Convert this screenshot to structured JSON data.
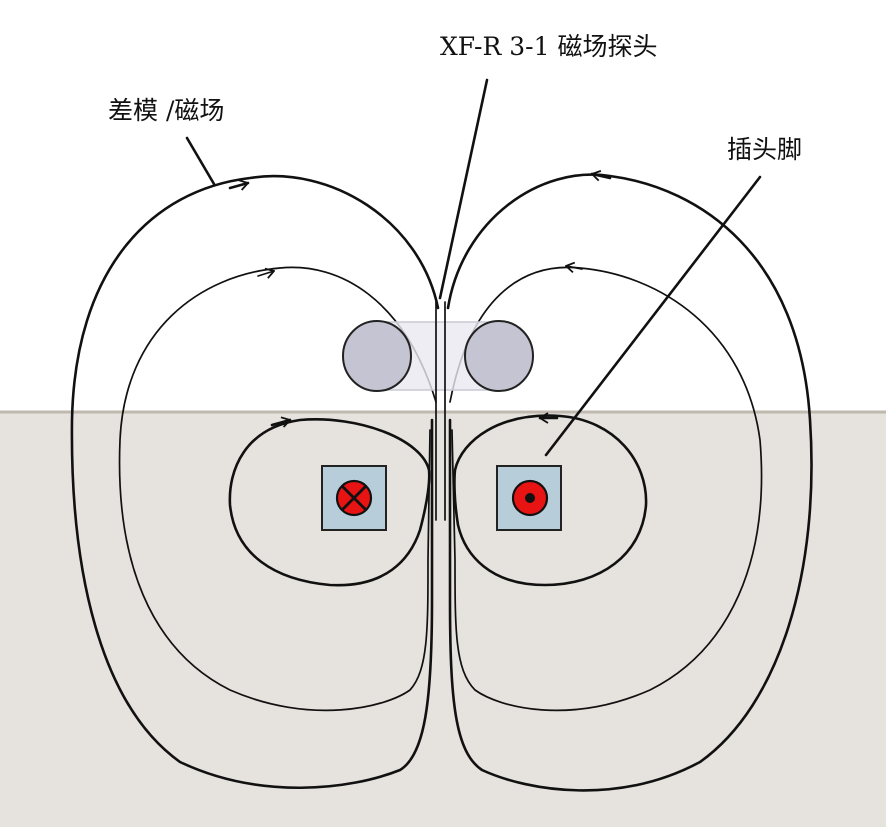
{
  "labels": {
    "probe": "XF-R 3-1 磁场探头",
    "differential_field": "差模 /磁场",
    "pin": "插头脚"
  },
  "colors": {
    "background_upper": "#ffffff",
    "background_lower": "#e6e2dd",
    "surface_line": "#bfb9b0",
    "probe_body": "#c4c4d2",
    "probe_shell": "#e8e8f0",
    "pin_box": "#b7cdd9",
    "current_marker": "#e81414",
    "line": "#111111"
  },
  "icons": {
    "left_pin": "current-into-page-icon",
    "right_pin": "current-out-of-page-icon"
  }
}
